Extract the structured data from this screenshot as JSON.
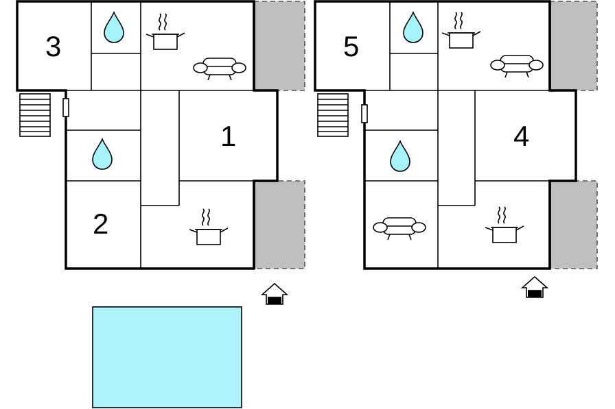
{
  "units": [
    {
      "rooms": [
        {
          "name": "room-3",
          "number": "3"
        },
        {
          "name": "room-1",
          "number": "1"
        },
        {
          "name": "room-2",
          "number": "2"
        }
      ]
    },
    {
      "rooms": [
        {
          "name": "room-5",
          "number": "5"
        },
        {
          "name": "room-4",
          "number": "4"
        }
      ]
    }
  ],
  "icons": [
    "water-drop-icon",
    "cooking-pot-icon",
    "sofa-icon",
    "staircase-icon",
    "entrance-icon",
    "pool"
  ],
  "colors": {
    "pool": "#aef5fb",
    "bathroom_drop": "#a6f3fb",
    "terrace": "#bfbfbf",
    "wall": "#000000"
  }
}
